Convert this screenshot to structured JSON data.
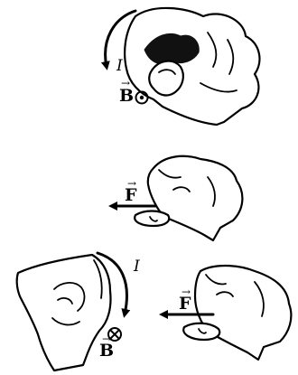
{
  "labels": {
    "current": "I",
    "magnetic_field": "B",
    "force": "F",
    "vector_arrow": "→"
  },
  "icons": {
    "out_of_page": "dot-in-circle-icon",
    "into_page": "cross-in-circle-icon"
  },
  "colors": {
    "ink": "#000000",
    "background": "#ffffff"
  }
}
